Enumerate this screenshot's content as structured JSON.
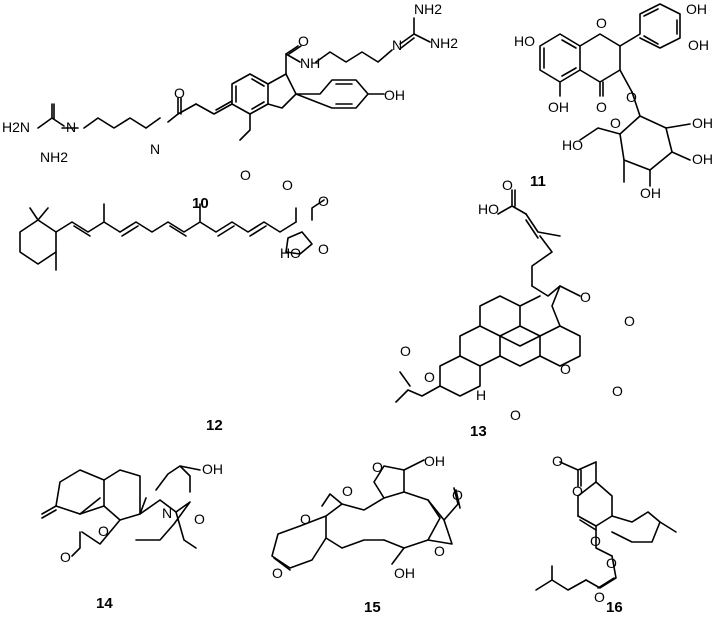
{
  "compounds": [
    {
      "id": "10"
    },
    {
      "id": "11"
    },
    {
      "id": "12"
    },
    {
      "id": "13"
    },
    {
      "id": "14"
    },
    {
      "id": "15"
    },
    {
      "id": "16"
    }
  ],
  "atom_labels": {
    "c10": [
      "NH2",
      "NH2",
      "N",
      "NH",
      "O",
      "H2N",
      "N",
      "NH2",
      "O",
      "N",
      "OH",
      "O",
      "O"
    ],
    "c11": [
      "OH",
      "OH",
      "HO",
      "O",
      "O",
      "OH",
      "O",
      "O",
      "O",
      "HO",
      "OH",
      "OH",
      "OH"
    ],
    "c12": [
      "O",
      "HO",
      "O"
    ],
    "c13": [
      "HO",
      "O",
      "O",
      "O",
      "O",
      "O",
      "O",
      "O",
      "O",
      "H"
    ],
    "c14": [
      "OH",
      "N",
      "O",
      "O",
      "O"
    ],
    "c15": [
      "O",
      "OH",
      "O",
      "O",
      "O",
      "O",
      "O",
      "OH"
    ],
    "c16": [
      "O",
      "O",
      "O",
      "O",
      "O"
    ]
  }
}
